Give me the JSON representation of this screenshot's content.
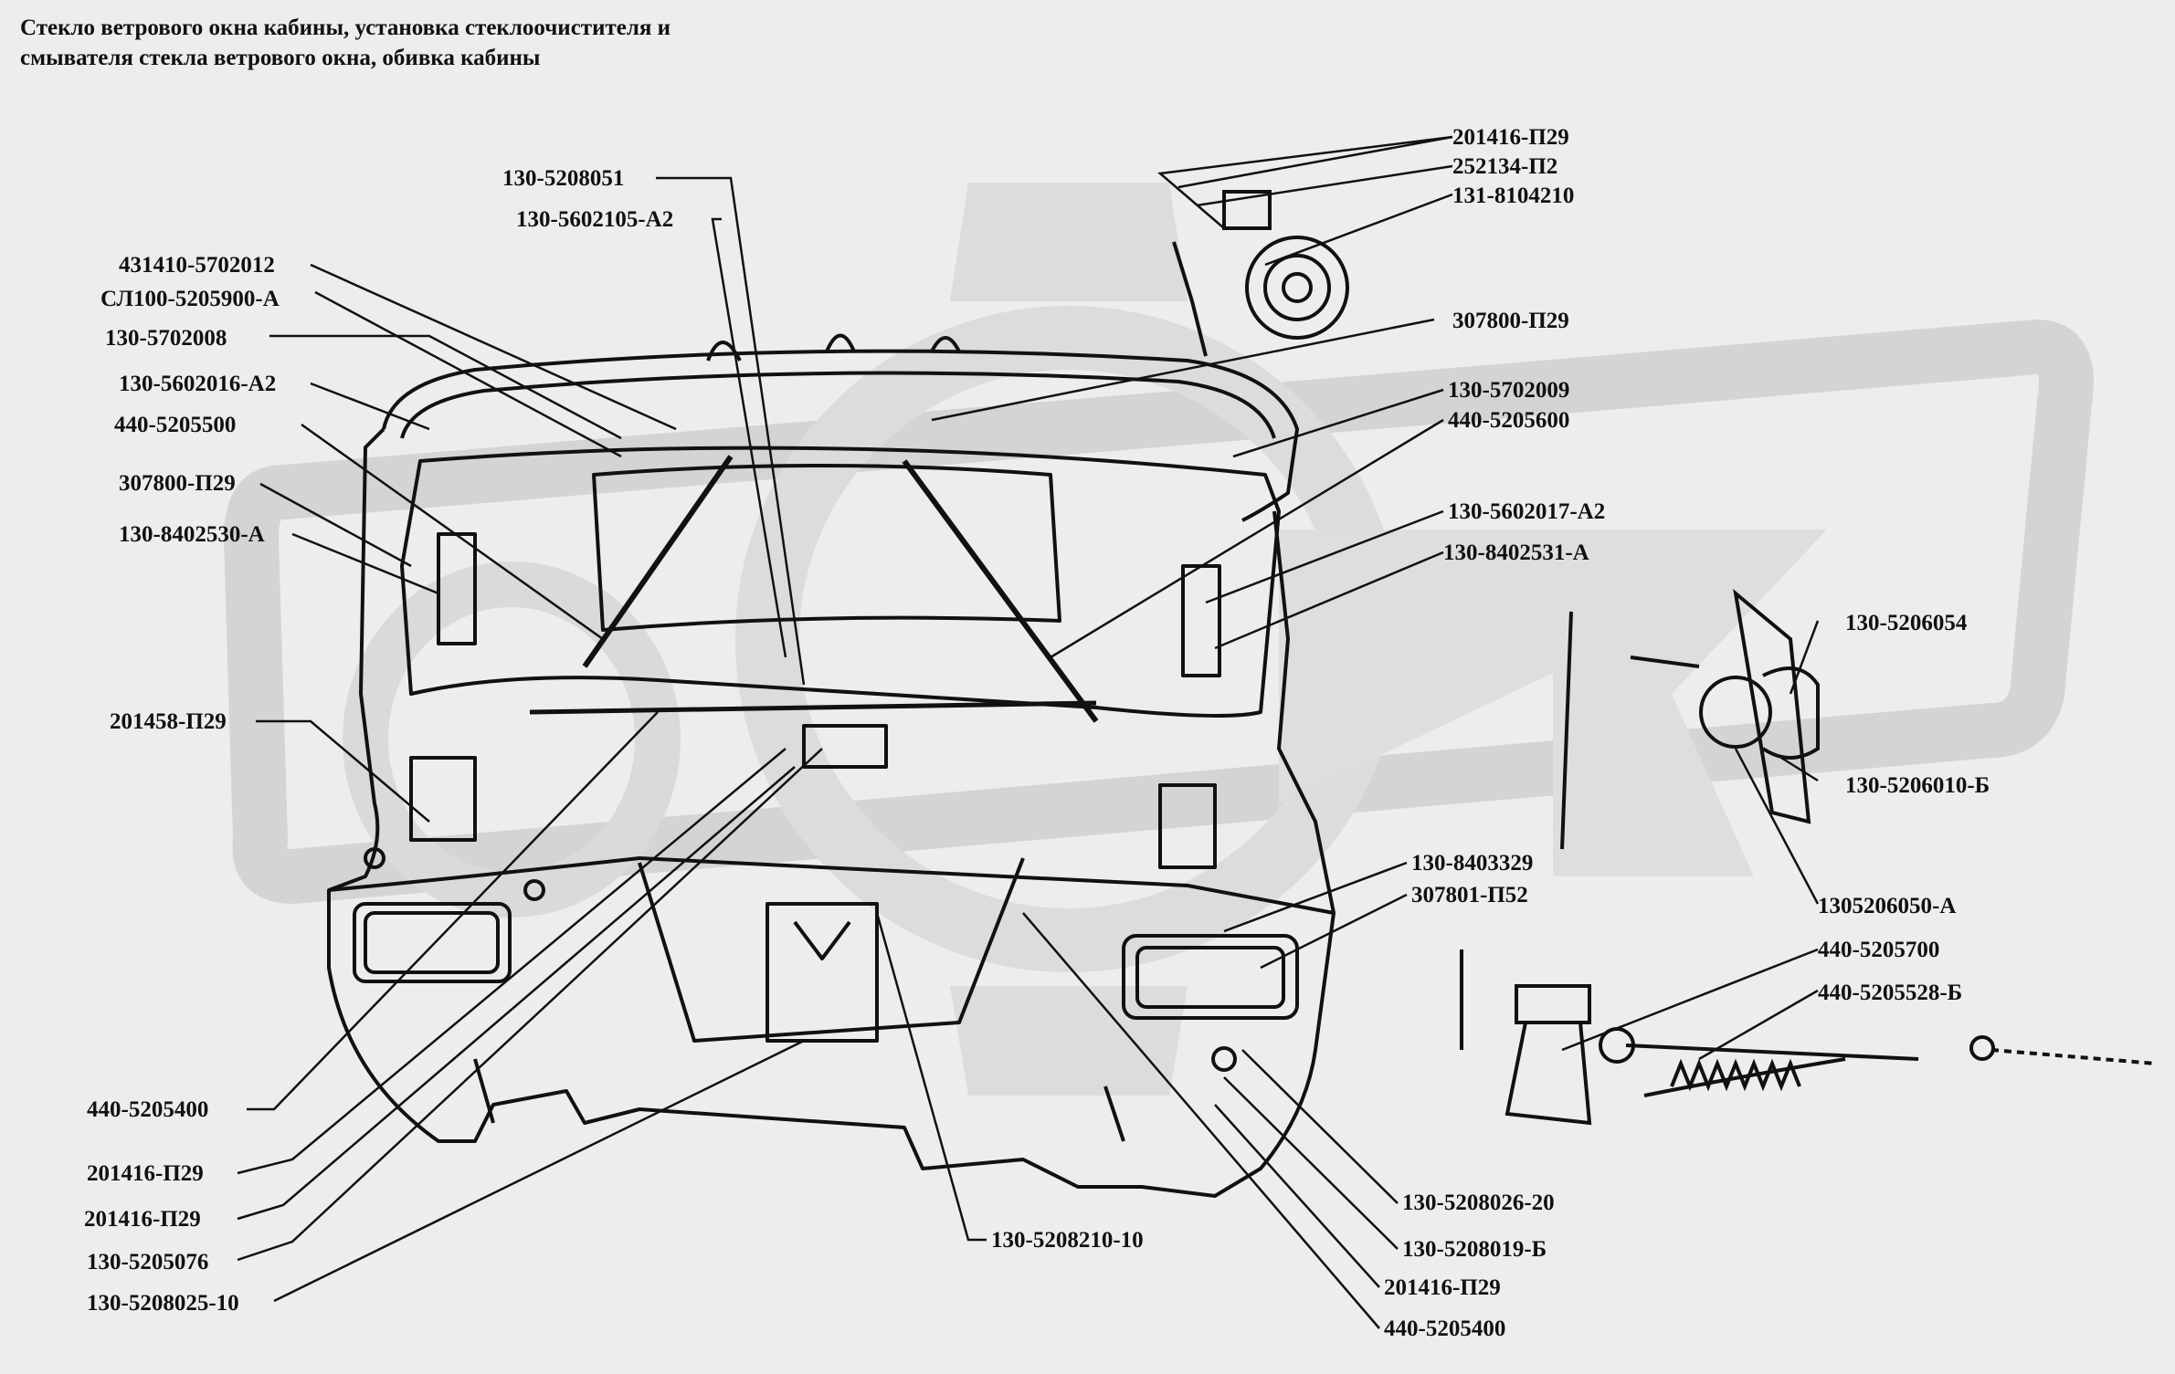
{
  "title": {
    "line1": "Стекло ветрового окна кабины, установка стеклоочистителя и",
    "line2": "смывателя стекла ветрового окна, обивка кабины"
  },
  "watermark": {
    "text": "ОВК",
    "color": "#d2d2d2"
  },
  "labels": {
    "l201416_p29_top": "201416-П29",
    "l252134_p2": "252134-П2",
    "l131_8104210": "131-8104210",
    "l307800_p29_right": "307800-П29",
    "l130_5208051": "130-5208051",
    "l130_5602105_a2": "130-5602105-А2",
    "l431410_5702012": "431410-5702012",
    "l sl100": "",
    "l_sl100_5205900_a": "СЛ100-5205900-А",
    "l130_5702008": "130-5702008",
    "l130_5602016_a2": "130-5602016-А2",
    "l440_5205500": "440-5205500",
    "l307800_p29_left": "307800-П29",
    "l130_8402530_a": "130-8402530-А",
    "l130_5702009": "130-5702009",
    "l440_5205600": "440-5205600",
    "l130_5602017_a2": "130-5602017-А2",
    "l130_8402531_a": "130-8402531-А",
    "l130_5206054": "130-5206054",
    "l130_5206010_b": "130-5206010-Б",
    "l201458_p29": "201458-П29",
    "l130_8403329": "130-8403329",
    "l307801_p52": "307801-П52",
    "l1305206050_a": "1305206050-А",
    "l440_5205700": "440-5205700",
    "l440_5205528_b": "440-5205528-Б",
    "l440_5205400_left": "440-5205400",
    "l201416_p29_left1": "201416-П29",
    "l201416_p29_left2": "201416-П29",
    "l130_5205076": "130-5205076",
    "l130_5208025_10": "130-5208025-10",
    "l130_5208210_10": "130-5208210-10",
    "l130_5208026_20": "130-5208026-20",
    "l130_5208019_b": "130-5208019-Б",
    "l201416_p29_bottom": "201416-П29",
    "l440_5205400_bottom": "440-5205400"
  }
}
